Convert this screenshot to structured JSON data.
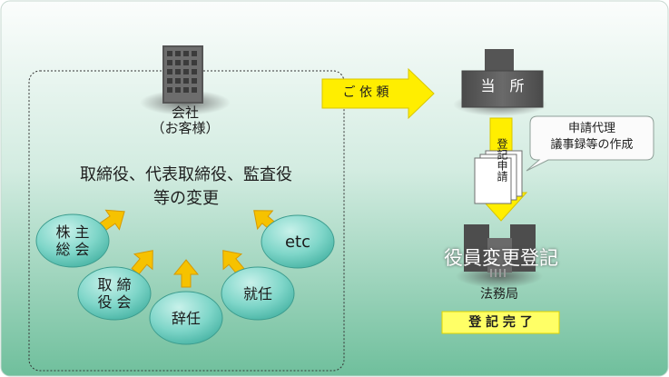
{
  "company": {
    "label": "会社",
    "sublabel": "（お客様）"
  },
  "change_title": {
    "line1": "取締役、代表取締役、監査役",
    "line2": "等の変更"
  },
  "triggers": [
    {
      "label": "株 主\n総 会"
    },
    {
      "label": "取 締\n役 会"
    },
    {
      "label": "辞任"
    },
    {
      "label": "就任"
    },
    {
      "label": "etc"
    }
  ],
  "request_arrow": {
    "label": "ご 依 頼"
  },
  "office": {
    "label": "当　所"
  },
  "apply_arrow": {
    "label": "登記申請"
  },
  "callout": {
    "line1": "申請代理",
    "line2": "議事録等の作成"
  },
  "registration": {
    "label": "役員変更登記"
  },
  "bureau": {
    "label": "法務局"
  },
  "completion": {
    "label": "登 記 完 了"
  },
  "colors": {
    "background_top": "#f8fbfa",
    "background_bottom": "#6fbf9c",
    "arrow_yellow": "#ffee00",
    "trigger_arrow": "#f6c200",
    "ellipse_teal": "#5fc7b8",
    "building_gray": "#5a5a5a",
    "completion_badge": "#ffff66"
  }
}
